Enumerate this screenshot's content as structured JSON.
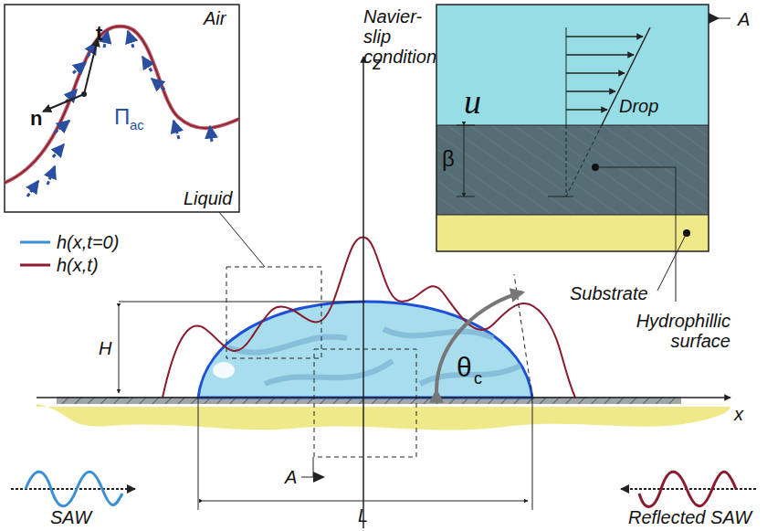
{
  "diagram": {
    "nodes": [
      {
        "text": [
          "Air",
          "Liquid",
          "t",
          "n",
          "Π",
          "ac"
        ]
      },
      {
        "text": [
          "Navier-slip condition",
          "u",
          "Drop",
          "β"
        ]
      }
    ],
    "labels": [
      "A",
      "A",
      "z",
      "x",
      "H",
      "L",
      "θ",
      "c",
      "Substrate",
      "Hydrophillic surface",
      "SAW",
      "Reflected SAW"
    ],
    "legend": [
      {
        "text": "h(x,t=0)"
      },
      {
        "text": "h(x,t)"
      }
    ]
  }
}
